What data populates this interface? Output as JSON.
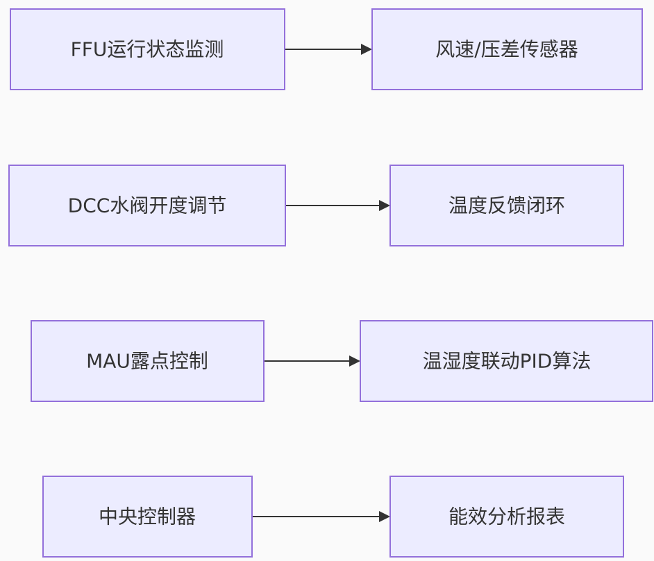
{
  "diagram": {
    "type": "flowchart",
    "rows": [
      {
        "source": "FFU运行状态监测",
        "target": "风速/压差传感器"
      },
      {
        "source": "DCC水阀开度调节",
        "target": "温度反馈闭环"
      },
      {
        "source": "MAU露点控制",
        "target": "温湿度联动PID算法"
      },
      {
        "source": "中央控制器",
        "target": "能效分析报表"
      }
    ]
  }
}
